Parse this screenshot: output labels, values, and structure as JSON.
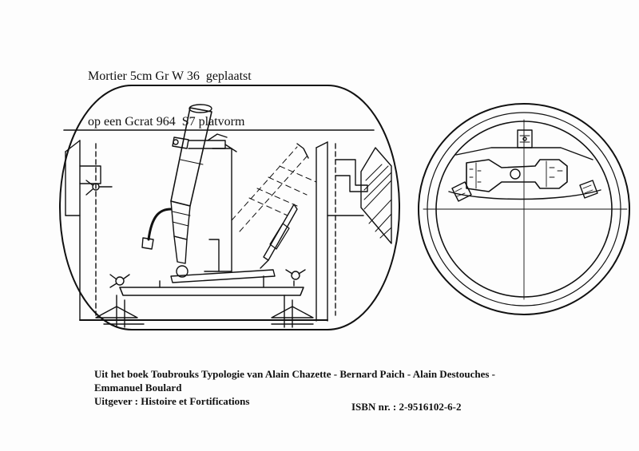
{
  "title": {
    "line1": "Mortier 5cm Gr W 36  geplaatst",
    "line2": "op een Gcrat 964  S7 platvorm"
  },
  "caption": {
    "line1": "Uit het boek Toubrouks Typologie van Alain Chazette - Bernard Paich - Alain Destouches -",
    "line2": "Emmanuel Boulard",
    "line3": "Uitgever : Histoire et Fortifications",
    "isbn": "ISBN nr. : 2-9516102-6-2"
  }
}
